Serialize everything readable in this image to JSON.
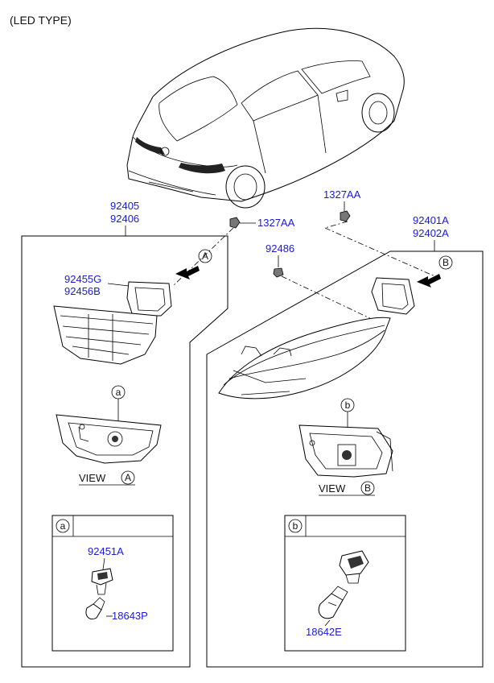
{
  "header": {
    "title": "(LED TYPE)"
  },
  "left_group": {
    "parts_top": "92405",
    "parts_bottom": "92406",
    "gasket_top": "92455G",
    "gasket_bottom": "92456B",
    "arrow_marker": "A",
    "callout": "a",
    "view_label": "VIEW",
    "view_marker": "A",
    "detail": {
      "marker": "a",
      "socket": "92451A",
      "bulb": "18643P"
    }
  },
  "right_group": {
    "parts_top": "92401A",
    "parts_bottom": "92402A",
    "arrow_marker": "B",
    "callout": "b",
    "view_label": "VIEW",
    "view_marker": "B",
    "detail": {
      "marker": "b",
      "bulb": "18642E"
    }
  },
  "fasteners": {
    "nut_left": "1327AA",
    "nut_right": "1327AA",
    "screw": "92486"
  },
  "icons": {
    "car": "sedan-rear-view-icon",
    "arrow": "direction-arrow-icon"
  }
}
